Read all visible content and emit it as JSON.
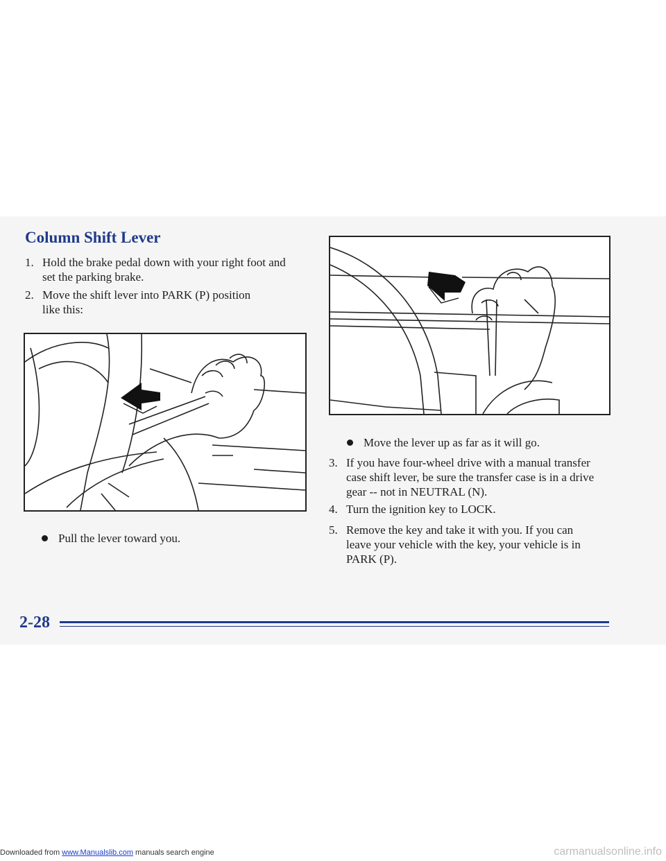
{
  "download_banner": {
    "prefix": "Downloaded from",
    "link_text": "www.Manualslib.com",
    "suffix": "manuals search engine"
  },
  "watermark": "carmanualsonline.info",
  "section": {
    "heading": "Column Shift Lever"
  },
  "steps": [
    {
      "num": "1.",
      "lines": [
        "Hold the brake pedal down with your right foot and",
        "set the parking brake."
      ]
    },
    {
      "num": "2.",
      "lines": [
        "Move the shift lever into PARK (P) position",
        "like this:"
      ]
    },
    {
      "num": "3.",
      "lines": [
        "If you have four-wheel drive with a manual transfer",
        "case shift lever, be sure the transfer case is in a drive",
        "gear -- not in NEUTRAL (N)."
      ]
    },
    {
      "num": "4.",
      "lines": [
        "Turn the ignition key to LOCK."
      ]
    },
    {
      "num": "5.",
      "lines": [
        "Remove the key and take it with you. If you can",
        "leave your vehicle with the key, your vehicle is in",
        "PARK (P)."
      ]
    }
  ],
  "bullets": {
    "pull": "Pull the lever toward you.",
    "move_up": "Move the lever up as far as it will go."
  },
  "footer": {
    "page_number": "2-28"
  }
}
